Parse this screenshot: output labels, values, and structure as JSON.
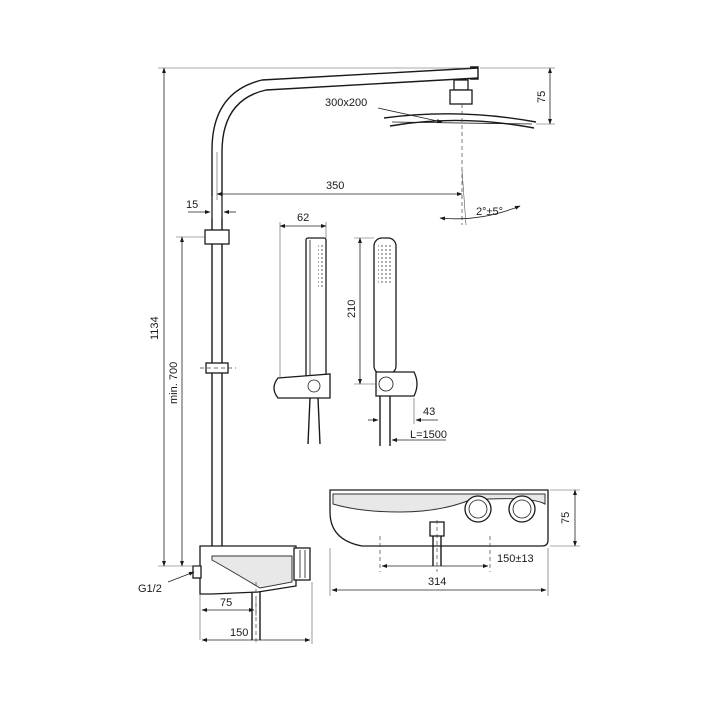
{
  "dimensions": {
    "rain_size": "300x200",
    "head_height": "75",
    "arm_reach": "350",
    "pipe_offset": "15",
    "tilt": "2°±5°",
    "total_height": "1134",
    "min_height": "min. 700",
    "hand_width": "62",
    "hand_length": "210",
    "holder_depth": "43",
    "hose_length": "L=1500",
    "inlet": "G1/2",
    "spout_offset": "75",
    "thermo_depth": "150",
    "thermo_height": "75",
    "thermo_centers": "150±13",
    "thermo_width": "314"
  }
}
